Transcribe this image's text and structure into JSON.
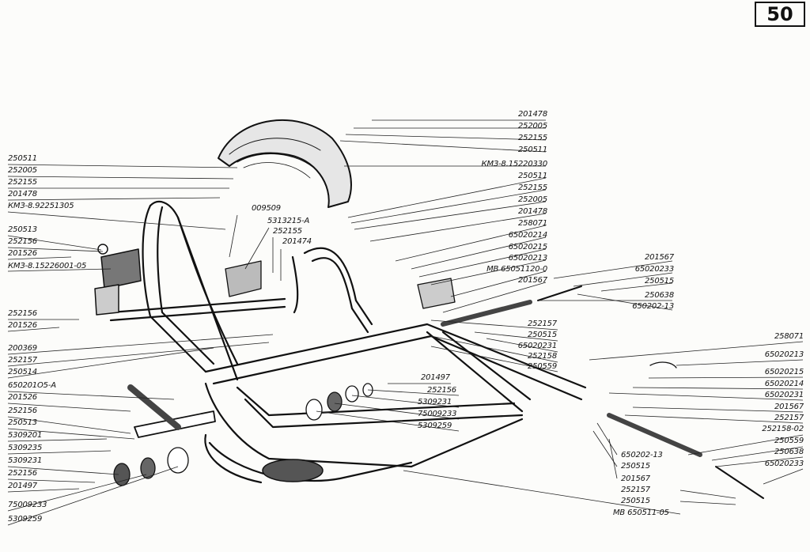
{
  "page_number": "50",
  "labels_top_right": [
    "201478",
    "252005",
    "252155",
    "250511",
    "КМЗ-8.15220330",
    "250511",
    "252155",
    "252005",
    "201478",
    "258071",
    "65020214",
    "65020215",
    "65020213",
    "МВ 65051120-0",
    "201567"
  ],
  "labels_top_left": [
    "250511",
    "252005",
    "252155",
    "201478",
    "КМЗ-8.92251305",
    "009509",
    "5313215-А",
    "252155",
    "201474",
    "250513",
    "252156",
    "201526",
    "КМЗ-8.15226001-05"
  ],
  "labels_left_bottom": [
    "252156",
    "201526",
    "200369",
    "252157",
    "250514",
    "650201О5-А",
    "201526",
    "252156",
    "250513",
    "5309201",
    "5309235",
    "5309231",
    "252156",
    "201497",
    "75009233",
    "5309259"
  ],
  "labels_center": [
    "252157",
    "250515",
    "65020231",
    "252158",
    "250559",
    "201497",
    "252156",
    "5309231",
    "75009233",
    "5309259"
  ],
  "labels_right_upper": [
    "201567",
    "65020233",
    "250515",
    "250638",
    "650202-13"
  ],
  "labels_right": [
    "258071",
    "65020213",
    "65020215",
    "65020214",
    "65020231",
    "201567",
    "252157",
    "252158-02",
    "250559",
    "250638",
    "65020233"
  ],
  "labels_bottom_right": [
    "650202-13",
    "250515",
    "201567",
    "252157",
    "250515",
    "МВ 650511-05"
  ]
}
